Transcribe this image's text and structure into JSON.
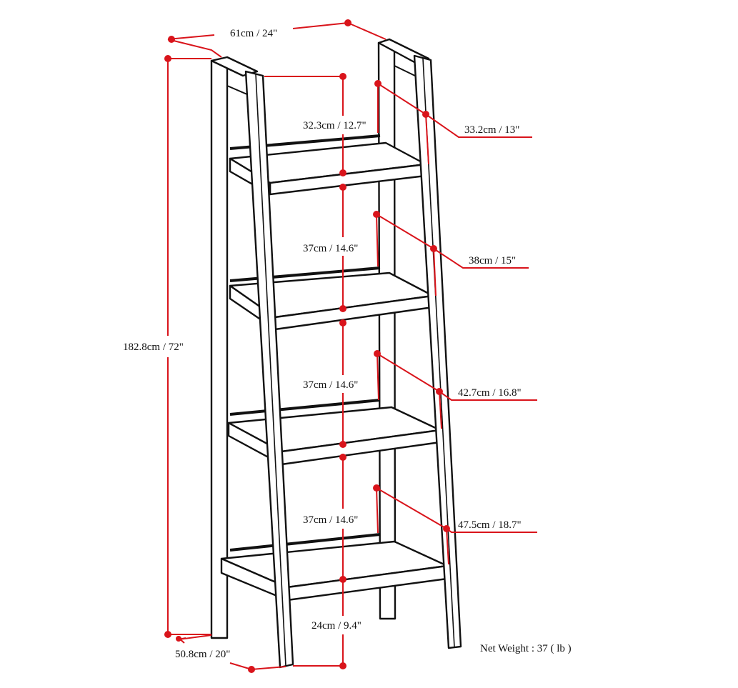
{
  "diagram": {
    "overall_width": "61cm / 24\"",
    "overall_height": "182.8cm / 72\"",
    "overall_depth": "50.8cm / 20\"",
    "shelf_spacing": [
      "32.3cm / 12.7\"",
      "37cm / 14.6\"",
      "37cm / 14.6\"",
      "37cm / 14.6\""
    ],
    "bottom_clearance": "24cm / 9.4\"",
    "shelf_depths": [
      "33.2cm / 13\"",
      "38cm / 15\"",
      "42.7cm / 16.8\"",
      "47.5cm / 18.7\""
    ],
    "net_weight": "Net Weight : 37 ( lb )",
    "colors": {
      "dimension_lines": "#d9141b",
      "outline": "#111111"
    }
  }
}
